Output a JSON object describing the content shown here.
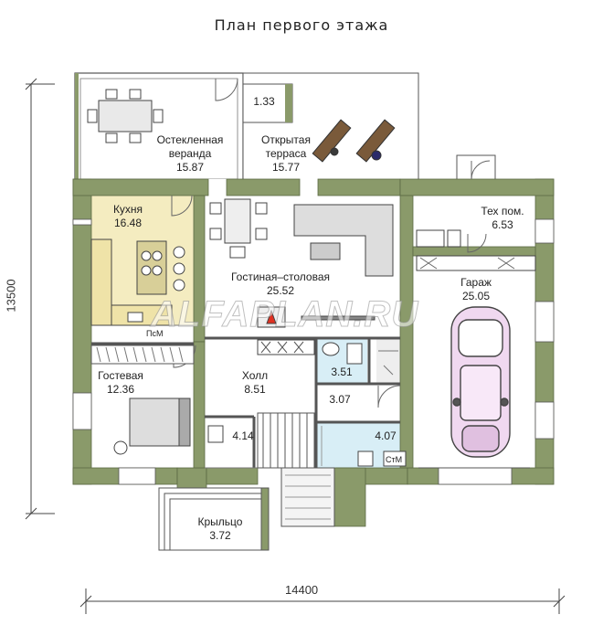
{
  "title": "План первого этажа",
  "dimensions": {
    "width": "14400",
    "height": "13500"
  },
  "watermark": "ALFAPLAN.RU",
  "colors": {
    "wall": "#8a9a6a",
    "kitchen": "#f4ecc0",
    "bath": "#d8eef6",
    "floor": "#ffffff",
    "line": "#555555"
  },
  "rooms": {
    "veranda": {
      "name": "Остекленная веранда",
      "area": "15.87"
    },
    "terrace": {
      "name": "Открытая терраса",
      "area": "15.77"
    },
    "storage": {
      "area": "1.33"
    },
    "kitchen": {
      "name": "Кухня",
      "area": "16.48"
    },
    "living": {
      "name": "Гостиная–столовая",
      "area": "25.52"
    },
    "tech": {
      "name": "Тех пом.",
      "area": "6.53"
    },
    "garage": {
      "name": "Гараж",
      "area": "25.05"
    },
    "guest": {
      "name": "Гостевая",
      "area": "12.36"
    },
    "hall": {
      "name": "Холл",
      "area": "8.51"
    },
    "bath": {
      "area": "3.51"
    },
    "corridor": {
      "area": "3.07"
    },
    "stair": {
      "area": "4.14"
    },
    "utility": {
      "area": "4.07"
    },
    "porch": {
      "name": "Крыльцо",
      "area": "3.72"
    }
  },
  "tags": {
    "dishwasher": "ПсМ",
    "washer": "СтМ"
  }
}
